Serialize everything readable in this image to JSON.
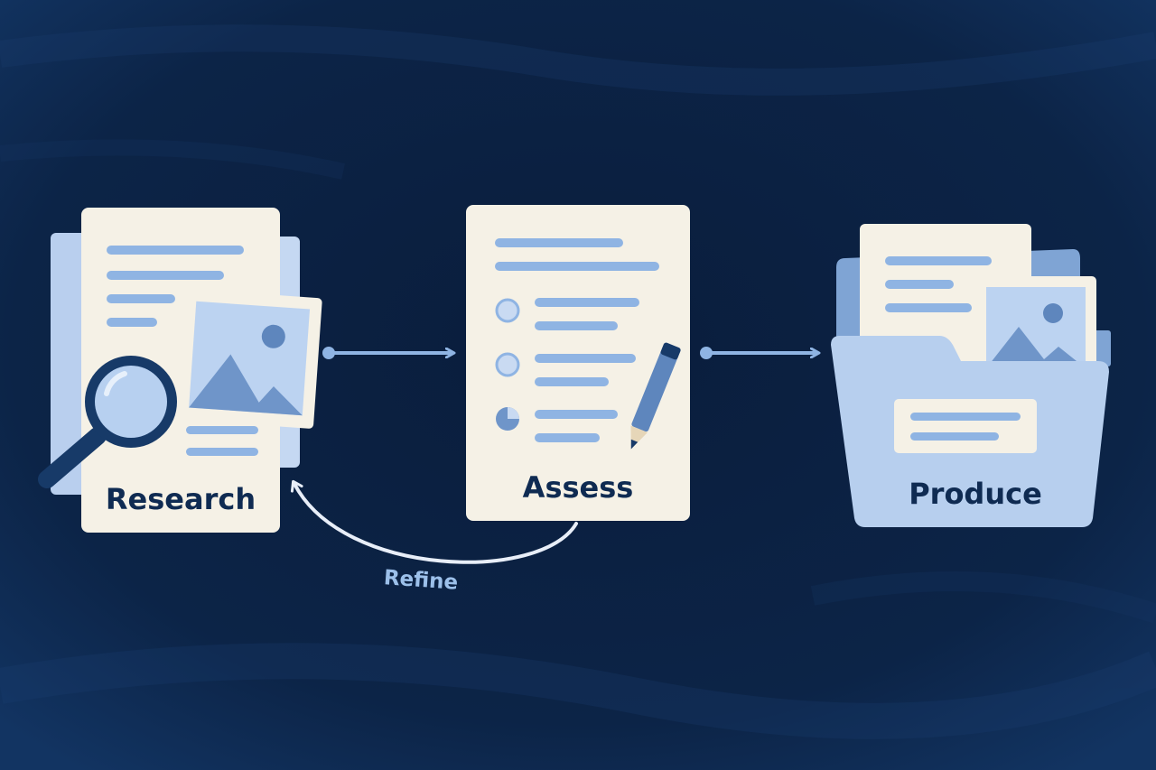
{
  "diagram": {
    "stages": [
      {
        "label": "Research",
        "icon": "magnifier-documents-icon"
      },
      {
        "label": "Assess",
        "icon": "checklist-pencil-icon"
      },
      {
        "label": "Produce",
        "icon": "folder-icon"
      }
    ],
    "loop": {
      "label": "Refine"
    }
  },
  "colors": {
    "background": "#0c2143",
    "paper": "#f5f1e6",
    "line": "#8fb4e3",
    "accent": "#6f95c9",
    "text": "#0f2b52"
  }
}
